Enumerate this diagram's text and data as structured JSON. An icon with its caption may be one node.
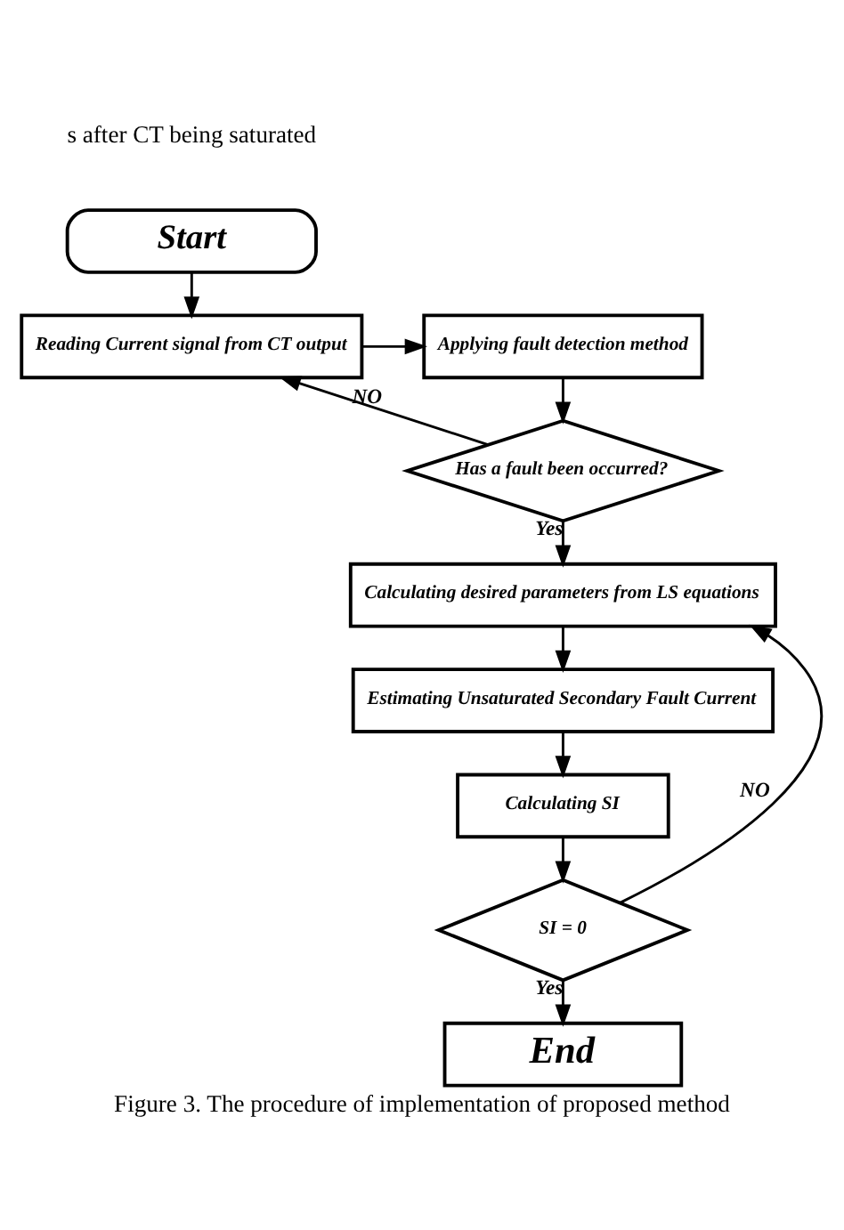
{
  "diagram": {
    "caption": "Figure 3. The procedure of implementation of proposed method",
    "nodes": [
      {
        "text": [
          "Start"
        ]
      },
      {
        "text": [
          "Reading Current signal from CT output"
        ]
      },
      {
        "text": [
          "Applying fault detection method"
        ]
      },
      {
        "text": [
          "Has a fault been occurred?"
        ]
      },
      {
        "text": [
          "Calculating desired parameters from LS equations"
        ]
      },
      {
        "text": [
          "Estimating Unsaturated Secondary Fault Current"
        ]
      },
      {
        "text": [
          "Calculating SI"
        ]
      },
      {
        "text": [
          "SI = 0"
        ]
      },
      {
        "text": [
          "End"
        ]
      }
    ],
    "edges": [
      {
        "from": 0,
        "to": 1,
        "arrow": "to"
      },
      {
        "from": 1,
        "to": 2,
        "arrow": "to"
      },
      {
        "from": 2,
        "to": 3,
        "arrow": "to"
      },
      {
        "from": 3,
        "to": 1,
        "arrow": "to",
        "label": "NO"
      },
      {
        "from": 3,
        "to": 4,
        "arrow": "to",
        "label": "Yes"
      },
      {
        "from": 4,
        "to": 5,
        "arrow": "to"
      },
      {
        "from": 5,
        "to": 6,
        "arrow": "to"
      },
      {
        "from": 6,
        "to": 7,
        "arrow": "to"
      },
      {
        "from": 7,
        "to": 4,
        "arrow": "to",
        "label": "NO"
      },
      {
        "from": 7,
        "to": 8,
        "arrow": "to",
        "label": "Yes"
      }
    ],
    "labels": [
      "s after CT being saturated"
    ]
  }
}
